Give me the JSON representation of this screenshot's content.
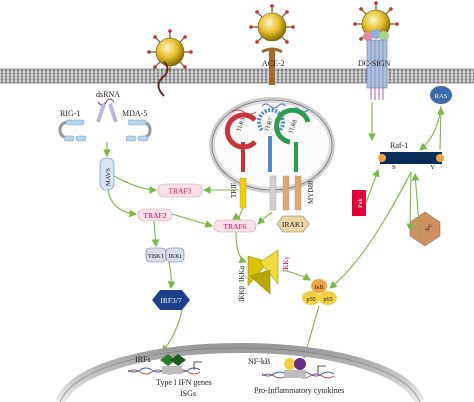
{
  "labels": {
    "ace2": "ACE-2",
    "dcsign": "DC-SIGN",
    "dsrna": "dsRNA",
    "rig1": "RIG-1",
    "mda5": "MDA-5",
    "mavs": "MAVS",
    "traf3": "TRAF3",
    "traf2": "TRAF2",
    "traf6": "TRAF6",
    "tbk1": "TBK1",
    "ikki": "IKKi",
    "irf37": "IRF3/7",
    "irak1": "IRAK1",
    "trif": "TRIF",
    "myd88": "MYD88",
    "tlr3": "TLR3",
    "tlr7": "TLR7",
    "tlr8": "TLR8",
    "ikka": "IKKα",
    "ikkb": "IKKβ",
    "ikkg": "IKKγ",
    "ikb": "IκB",
    "p50": "p50",
    "p65": "p65",
    "ras": "RAS",
    "raf1": "Raf-1",
    "raf_s": "S",
    "raf_y": "Y",
    "pak": "Pak",
    "src": "Src",
    "irfs": "IRFs",
    "ifn_genes": "Type I IFN genes",
    "isgs": "ISGs",
    "nfkb": "NF-kB",
    "cytokines": "Pro-Inflammatory cytokines"
  },
  "colors": {
    "membrane": "#c9c9c9",
    "arrow": "#7ab648",
    "virus_body": "#d8b21b",
    "virus_spike": "#6b5b12",
    "receptor": "#a06a28",
    "irf": "#1d3f8c",
    "ikk": "#d8c400",
    "nfkb_box": "#f2a640",
    "pink_box": "#fbe1ea",
    "red_text": "#e2004f",
    "nucleus": "#d7d7d7"
  }
}
